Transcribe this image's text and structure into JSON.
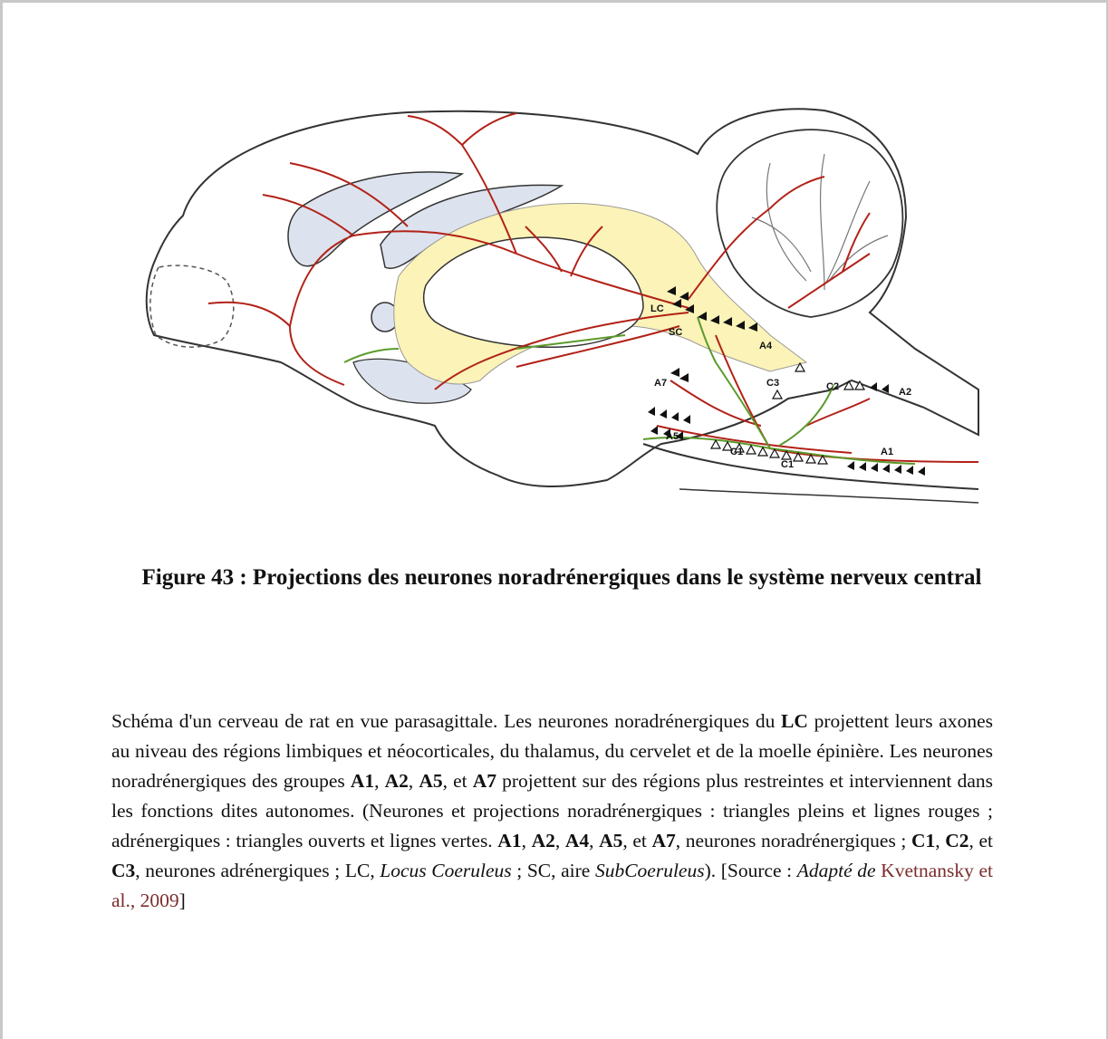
{
  "figure": {
    "labels": {
      "lc": "LC",
      "sc": "SC",
      "a4": "A4",
      "a7": "A7",
      "c3": "C3",
      "c2": "C2",
      "a2": "A2",
      "a5": "A5",
      "c1_left": "C1",
      "c1_right": "C1",
      "a1": "A1"
    },
    "colors": {
      "noradrenergic": "#b22218",
      "adrenergic": "#5a9a2a",
      "ventricle": "#dde3ee",
      "white_matter": "#fbf3b8",
      "outline": "#333333"
    }
  },
  "caption": {
    "title": "Figure 43 : Projections des neurones noradrénergiques dans le système nerveux central"
  },
  "paragraph": {
    "p1": "Schéma d'un cerveau de rat en vue parasagittale. Les neurones noradrénergiques du ",
    "lc": "LC",
    "p2": " projettent leurs axones au niveau des régions limbiques et néocorticales, du thalamus, du cervelet et de la moelle épinière. Les neurones noradrénergiques des groupes ",
    "a1": "A1",
    "s1": ", ",
    "a2": "A2",
    "s2": ", ",
    "a5": "A5",
    "s3": ", et ",
    "a7": "A7",
    "p3": " projettent sur des régions plus restreintes et interviennent dans les fonctions dites autonomes. (Neurones et projections noradrénergiques : triangles pleins et lignes rouges ; adrénergiques : triangles ouverts et lignes vertes. ",
    "b_a1": "A1",
    "t1": ", ",
    "b_a2": "A2",
    "t2": ", ",
    "b_a4": "A4",
    "t3": ", ",
    "b_a5": "A5",
    "t4": ", et ",
    "b_a7": "A7",
    "p4": ", neurones noradrénergiques ; ",
    "b_c1": "C1",
    "t5": ", ",
    "b_c2": "C2",
    "t6": ", et ",
    "b_c3": "C3",
    "p5": ", neurones adrénergiques ; LC, ",
    "lc_italic": "Locus Coeruleus",
    "p6": " ; SC, aire ",
    "sc_italic": "SubCoeruleus",
    "p7": "). [Source : ",
    "adapte": "Adapté de",
    "p8": " ",
    "ref": "Kvetnansky et al., 2009",
    "p9": "]"
  }
}
